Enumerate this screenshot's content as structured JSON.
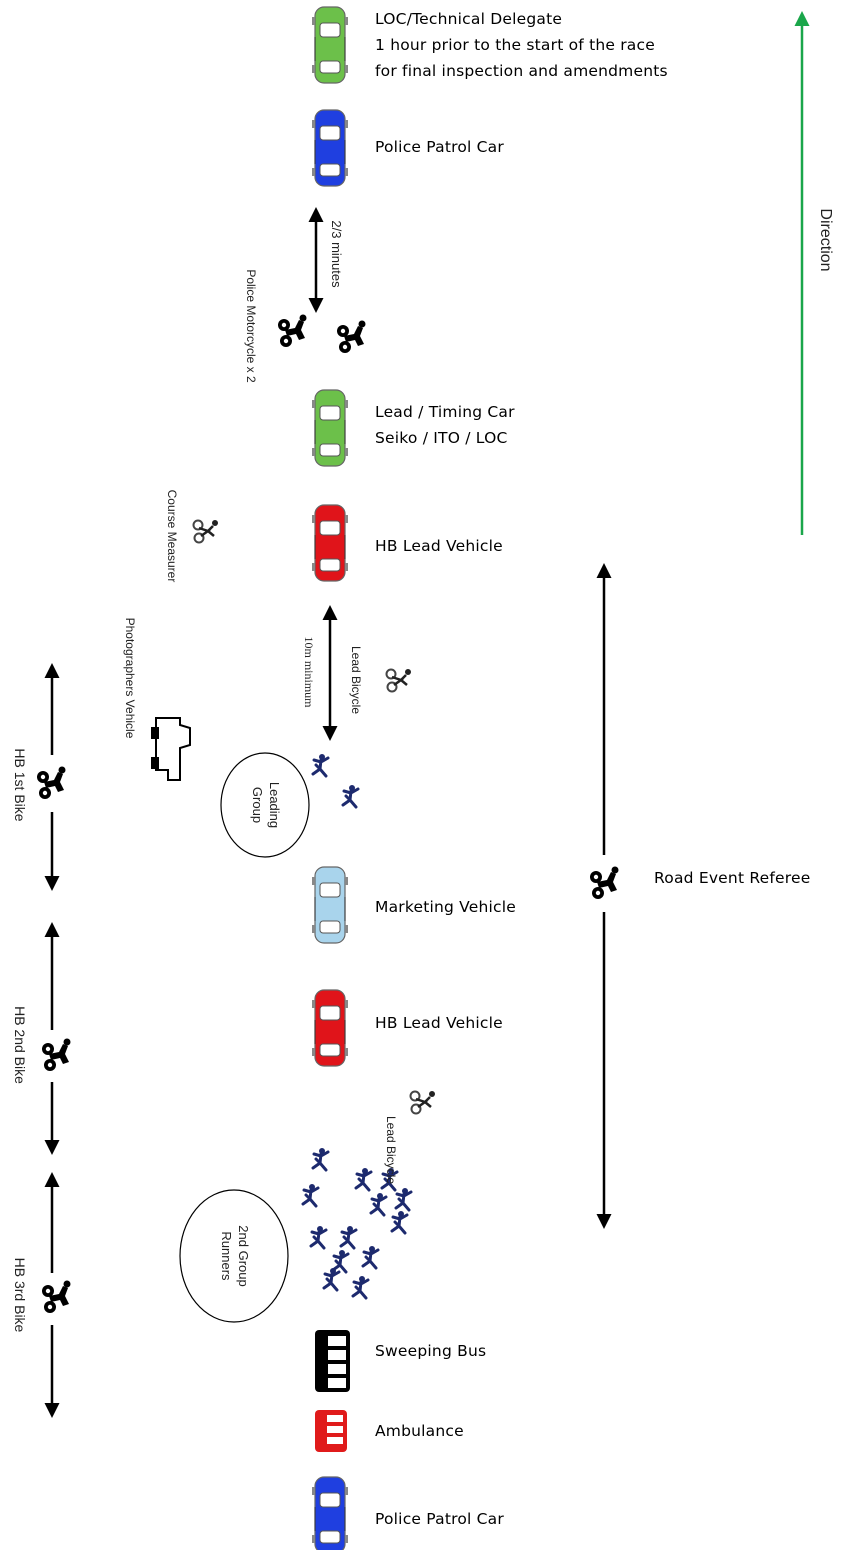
{
  "labels": {
    "loc_line1": "LOC/Technical Delegate",
    "loc_line2": "1 hour prior to the start of the race",
    "loc_line3": "for final inspection and amendments",
    "police_patrol_top": "Police Patrol Car",
    "lead_timing_line1": "Lead / Timing Car",
    "lead_timing_line2": "Seiko / ITO / LOC",
    "hb_lead_1": "HB Lead Vehicle",
    "marketing": "Marketing Vehicle",
    "hb_lead_2": "HB Lead Vehicle",
    "sweeping_bus": "Sweeping Bus",
    "ambulance": "Ambulance",
    "police_patrol_bottom": "Police Patrol Car",
    "road_event_referee": "Road Event Referee"
  },
  "vertical_labels": {
    "direction": "Direction",
    "two_three_minutes": "2/3 minutes",
    "police_motorcycle": "Police Motorcycle x 2",
    "course_measurer": "Course Measurer",
    "photographers_vehicle": "Photographers Vehicle",
    "ten_m_minimum": "10m minimum",
    "lead_bicycle_1": "Lead Bicycle",
    "lead_bicycle_2": "Lead Bicycle",
    "hb_1st_bike": "HB 1st Bike",
    "hb_2nd_bike": "HB 2nd Bike",
    "hb_3rd_bike": "HB 3rd Bike"
  },
  "ellipses": {
    "leading_group_line1": "Leading",
    "leading_group_line2": "Group",
    "second_group_line1": "2nd Group",
    "second_group_line2": "Runners"
  },
  "colors": {
    "green_car": "#6cc04a",
    "blue_car": "#1f3fe0",
    "red_car": "#e0141a",
    "lightblue_car": "#a9d4ec",
    "runner": "#1d2a6e",
    "direction_arrow": "#1aa64a",
    "ambulance": "#e01b1b"
  }
}
